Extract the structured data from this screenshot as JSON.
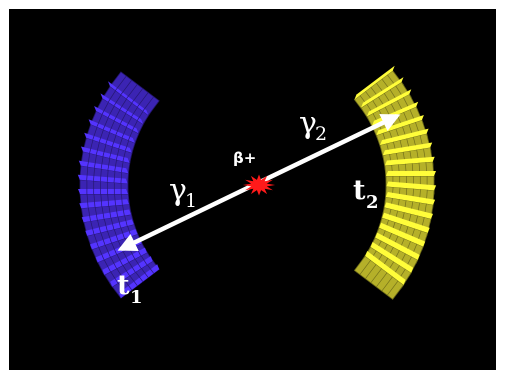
{
  "diagram": {
    "labels": {
      "gamma1": "γ",
      "gamma1_sub": "1",
      "gamma2": "γ",
      "gamma2_sub": "2",
      "t1": "t",
      "t1_sub": "1",
      "t2": "t",
      "t2_sub": "2",
      "source": "β+"
    },
    "colors": {
      "background": "#000000",
      "left_detector": "#4b2ee6",
      "right_detector": "#e8e234",
      "arrow": "#ffffff",
      "source": "#ff1a1a"
    },
    "detector_blocks_per_arc": 17
  }
}
